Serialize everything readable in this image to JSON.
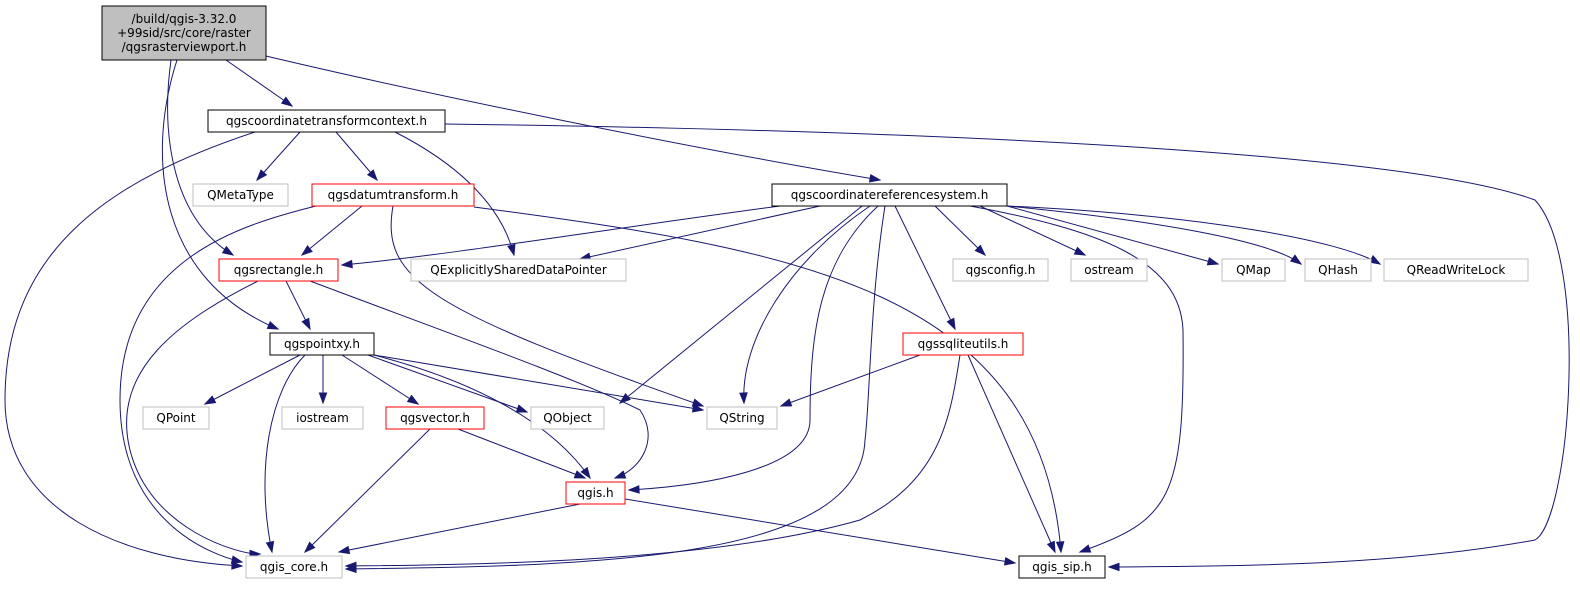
{
  "diagram": {
    "colors": {
      "edge": "#191970",
      "root_fill": "#bfbfbf",
      "documented_border": "#000000",
      "truncated_border": "#ff0000",
      "external_border": "#bfbfbf",
      "external_text": "#808080"
    },
    "nodes": [
      {
        "id": "root",
        "label_lines": [
          "/build/qgis-3.32.0",
          "+99sid/src/core/raster",
          "/qgsrasterviewport.h"
        ],
        "kind": "root"
      },
      {
        "id": "ctc",
        "label_lines": [
          "qgscoordinatetransformcontext.h"
        ],
        "kind": "documented"
      },
      {
        "id": "crs",
        "label_lines": [
          "qgscoordinatereferencesystem.h"
        ],
        "kind": "documented"
      },
      {
        "id": "metatype",
        "label_lines": [
          "QMetaType"
        ],
        "kind": "external"
      },
      {
        "id": "datum",
        "label_lines": [
          "qgsdatumtransform.h"
        ],
        "kind": "truncated"
      },
      {
        "id": "rect",
        "label_lines": [
          "qgsrectangle.h"
        ],
        "kind": "truncated"
      },
      {
        "id": "esdp",
        "label_lines": [
          "QExplicitlySharedDataPointer"
        ],
        "kind": "external"
      },
      {
        "id": "config",
        "label_lines": [
          "qgsconfig.h"
        ],
        "kind": "external"
      },
      {
        "id": "ostream",
        "label_lines": [
          "ostream"
        ],
        "kind": "external"
      },
      {
        "id": "qmap",
        "label_lines": [
          "QMap"
        ],
        "kind": "external"
      },
      {
        "id": "qhash",
        "label_lines": [
          "QHash"
        ],
        "kind": "external"
      },
      {
        "id": "qrwlock",
        "label_lines": [
          "QReadWriteLock"
        ],
        "kind": "external"
      },
      {
        "id": "pointxy",
        "label_lines": [
          "qgspointxy.h"
        ],
        "kind": "documented"
      },
      {
        "id": "sqlite",
        "label_lines": [
          "qgssqliteutils.h"
        ],
        "kind": "truncated"
      },
      {
        "id": "qpoint",
        "label_lines": [
          "QPoint"
        ],
        "kind": "external"
      },
      {
        "id": "iostream",
        "label_lines": [
          "iostream"
        ],
        "kind": "external"
      },
      {
        "id": "vector",
        "label_lines": [
          "qgsvector.h"
        ],
        "kind": "truncated"
      },
      {
        "id": "qobject",
        "label_lines": [
          "QObject"
        ],
        "kind": "external"
      },
      {
        "id": "qstring",
        "label_lines": [
          "QString"
        ],
        "kind": "external"
      },
      {
        "id": "qgis",
        "label_lines": [
          "qgis.h"
        ],
        "kind": "truncated"
      },
      {
        "id": "core",
        "label_lines": [
          "qgis_core.h"
        ],
        "kind": "external"
      },
      {
        "id": "sip",
        "label_lines": [
          "qgis_sip.h"
        ],
        "kind": "documented"
      }
    ],
    "edges": [
      {
        "from": "root",
        "to": "ctc"
      },
      {
        "from": "root",
        "to": "crs"
      },
      {
        "from": "root",
        "to": "rect"
      },
      {
        "from": "root",
        "to": "pointxy"
      },
      {
        "from": "ctc",
        "to": "core"
      },
      {
        "from": "ctc",
        "to": "metatype"
      },
      {
        "from": "ctc",
        "to": "datum"
      },
      {
        "from": "ctc",
        "to": "esdp"
      },
      {
        "from": "ctc",
        "to": "sip"
      },
      {
        "from": "datum",
        "to": "rect"
      },
      {
        "from": "datum",
        "to": "core"
      },
      {
        "from": "datum",
        "to": "qstring"
      },
      {
        "from": "datum",
        "to": "sip"
      },
      {
        "from": "crs",
        "to": "rect"
      },
      {
        "from": "crs",
        "to": "esdp"
      },
      {
        "from": "crs",
        "to": "config"
      },
      {
        "from": "crs",
        "to": "ostream"
      },
      {
        "from": "crs",
        "to": "qmap"
      },
      {
        "from": "crs",
        "to": "qhash"
      },
      {
        "from": "crs",
        "to": "qrwlock"
      },
      {
        "from": "crs",
        "to": "sqlite"
      },
      {
        "from": "crs",
        "to": "qobject"
      },
      {
        "from": "crs",
        "to": "qstring"
      },
      {
        "from": "crs",
        "to": "qgis"
      },
      {
        "from": "crs",
        "to": "core"
      },
      {
        "from": "crs",
        "to": "sip"
      },
      {
        "from": "rect",
        "to": "pointxy"
      },
      {
        "from": "rect",
        "to": "core"
      },
      {
        "from": "rect",
        "to": "qgis"
      },
      {
        "from": "pointxy",
        "to": "qpoint"
      },
      {
        "from": "pointxy",
        "to": "iostream"
      },
      {
        "from": "pointxy",
        "to": "vector"
      },
      {
        "from": "pointxy",
        "to": "qobject"
      },
      {
        "from": "pointxy",
        "to": "qstring"
      },
      {
        "from": "pointxy",
        "to": "qgis"
      },
      {
        "from": "pointxy",
        "to": "core"
      },
      {
        "from": "vector",
        "to": "qgis"
      },
      {
        "from": "vector",
        "to": "core"
      },
      {
        "from": "sqlite",
        "to": "qstring"
      },
      {
        "from": "sqlite",
        "to": "sip"
      },
      {
        "from": "sqlite",
        "to": "core"
      },
      {
        "from": "qgis",
        "to": "core"
      },
      {
        "from": "qgis",
        "to": "sip"
      }
    ]
  }
}
